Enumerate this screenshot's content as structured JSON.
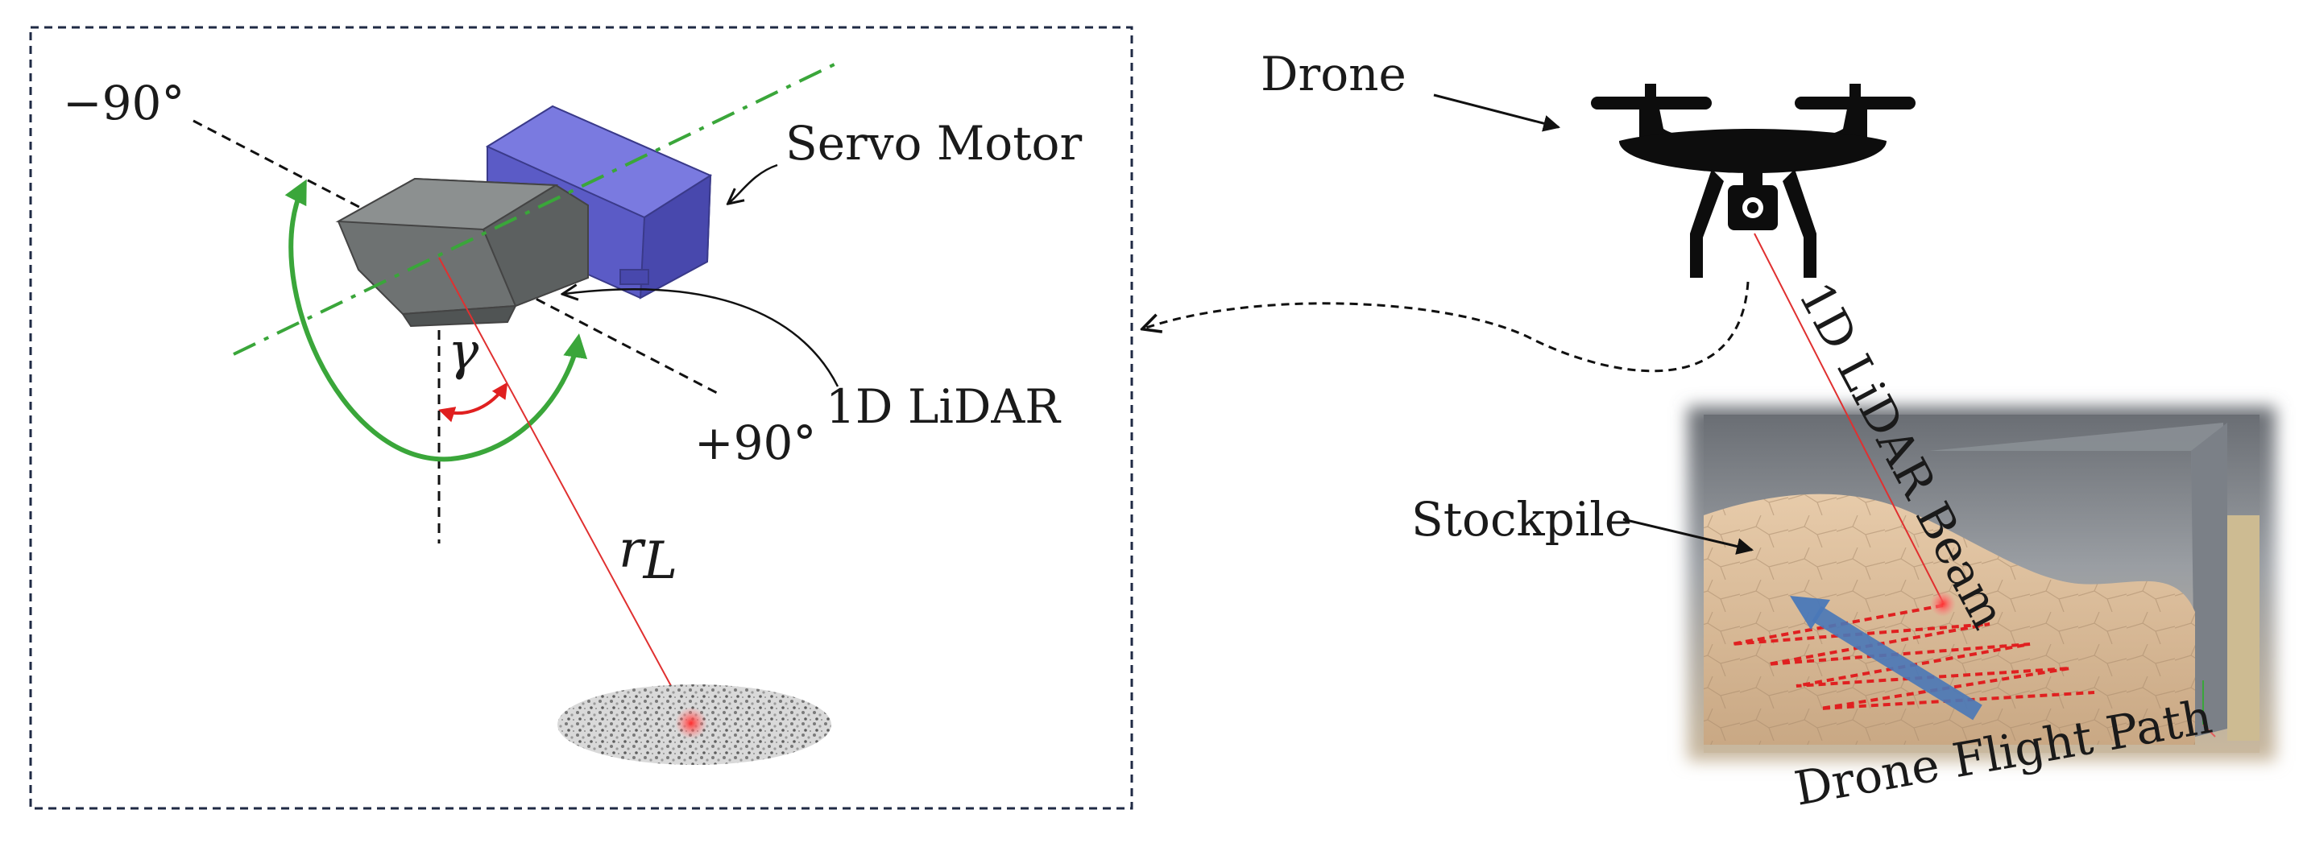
{
  "labels": {
    "minus_90": "−90°",
    "plus_90": "+90°",
    "servo_motor": "Servo Motor",
    "lidar_1d": "1D LiDAR",
    "gamma": "γ",
    "r": "r",
    "r_sub": "L",
    "drone": "Drone",
    "beam": "1D LiDAR Beam",
    "stockpile": "Stockpile",
    "flight_path": "Drone Flight Path"
  },
  "colors": {
    "servo": "#6b6bd6",
    "lidar_body": "#6e7272",
    "axis_dash_dot": "#3aa63a",
    "rotation_arrow": "#3aa63a",
    "gamma_arrow": "#e02020",
    "laser": "#e03030",
    "flight_arrow": "#4a78b8",
    "drone": "#0d0d0d"
  },
  "icons": {
    "drone": "quadcopter-silhouette-icon"
  }
}
